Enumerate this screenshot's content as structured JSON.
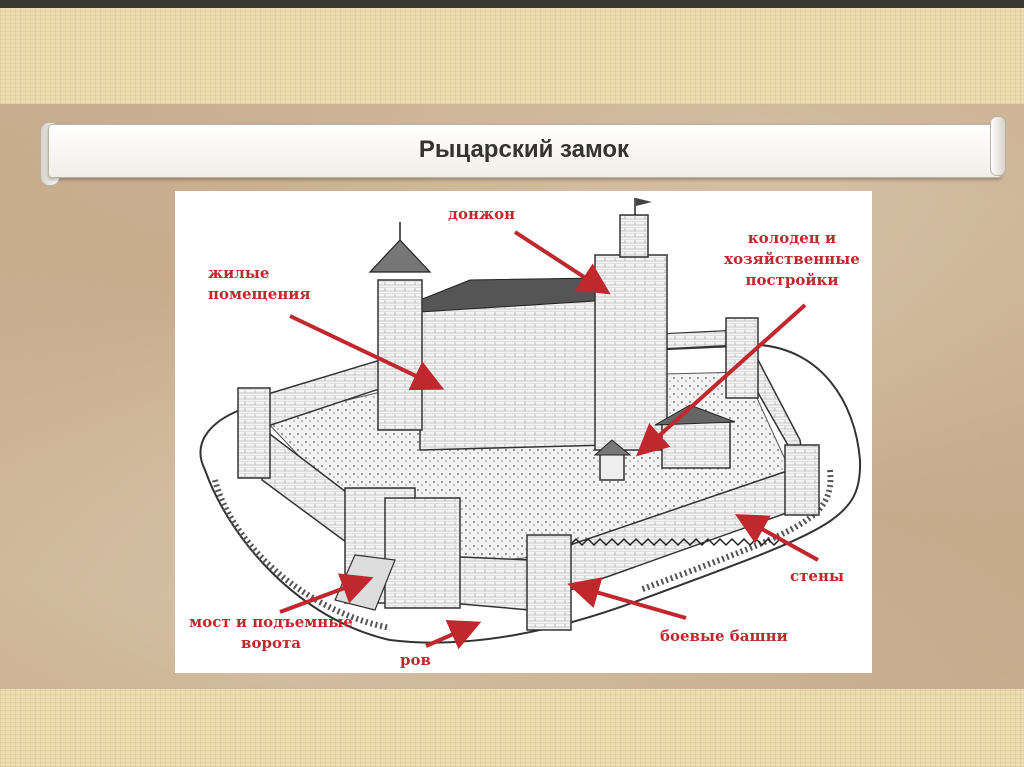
{
  "slide": {
    "title": "Рыцарский замок"
  },
  "diagram": {
    "labels": {
      "donjon": "донжон",
      "living_quarters": "жилые\nпомещения",
      "well_and_outbuildings": "колодец и\nхозяйственные\nпостройки",
      "walls": "стены",
      "bridge_and_gate": "мост и подъемные\nворота",
      "moat": "ров",
      "battle_towers": "боевые башни"
    },
    "colors": {
      "label": "#c0282d",
      "arrow": "#c0282d"
    }
  }
}
